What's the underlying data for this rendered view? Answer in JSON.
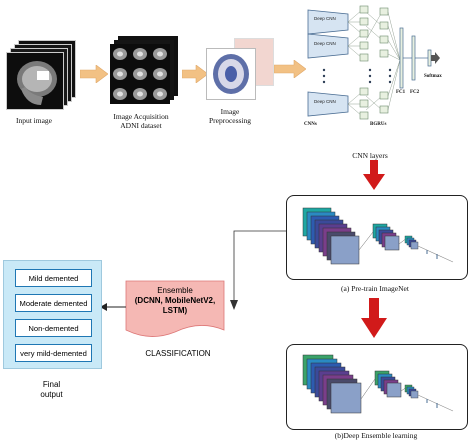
{
  "pipeline": {
    "input_label": "Input image",
    "acquisition_label_line1": "Image Acquisition",
    "acquisition_label_line2": "ADNI dataset",
    "preprocessing_label_line1": "Image",
    "preprocessing_label_line2": "Preprocessing"
  },
  "network": {
    "cnn_block_label": "Deep CNN",
    "cnns_label": "CNNs",
    "bgrus_label": "BGRUs",
    "fc1_label": "FC1",
    "fc2_label": "FC2",
    "softmax_label": "Softmax",
    "cnn_layers_label": "CNN layers"
  },
  "stages": {
    "pretrain_label": "(a) Pre-train ImageNet",
    "ensemble_learning_label": "(b)Deep Ensemble learning"
  },
  "ensemble": {
    "line1": "Ensemble",
    "line2": "(DCNN, MobileNetV2,",
    "line3": "LSTM)",
    "classification_label": "CLASSIFICATION"
  },
  "output": {
    "classes": [
      "Mild demented",
      "Moderate demented",
      "Non-demented",
      "very mild-demented"
    ],
    "final_line1": "Final",
    "final_line2": "output"
  },
  "colors": {
    "orange_arrow": "#f2c184",
    "red_arrow": "#d11a1a",
    "output_panel": "#c9e9f7",
    "output_border": "#1f77b4",
    "ensemble_doc": "#f5b8b4"
  }
}
